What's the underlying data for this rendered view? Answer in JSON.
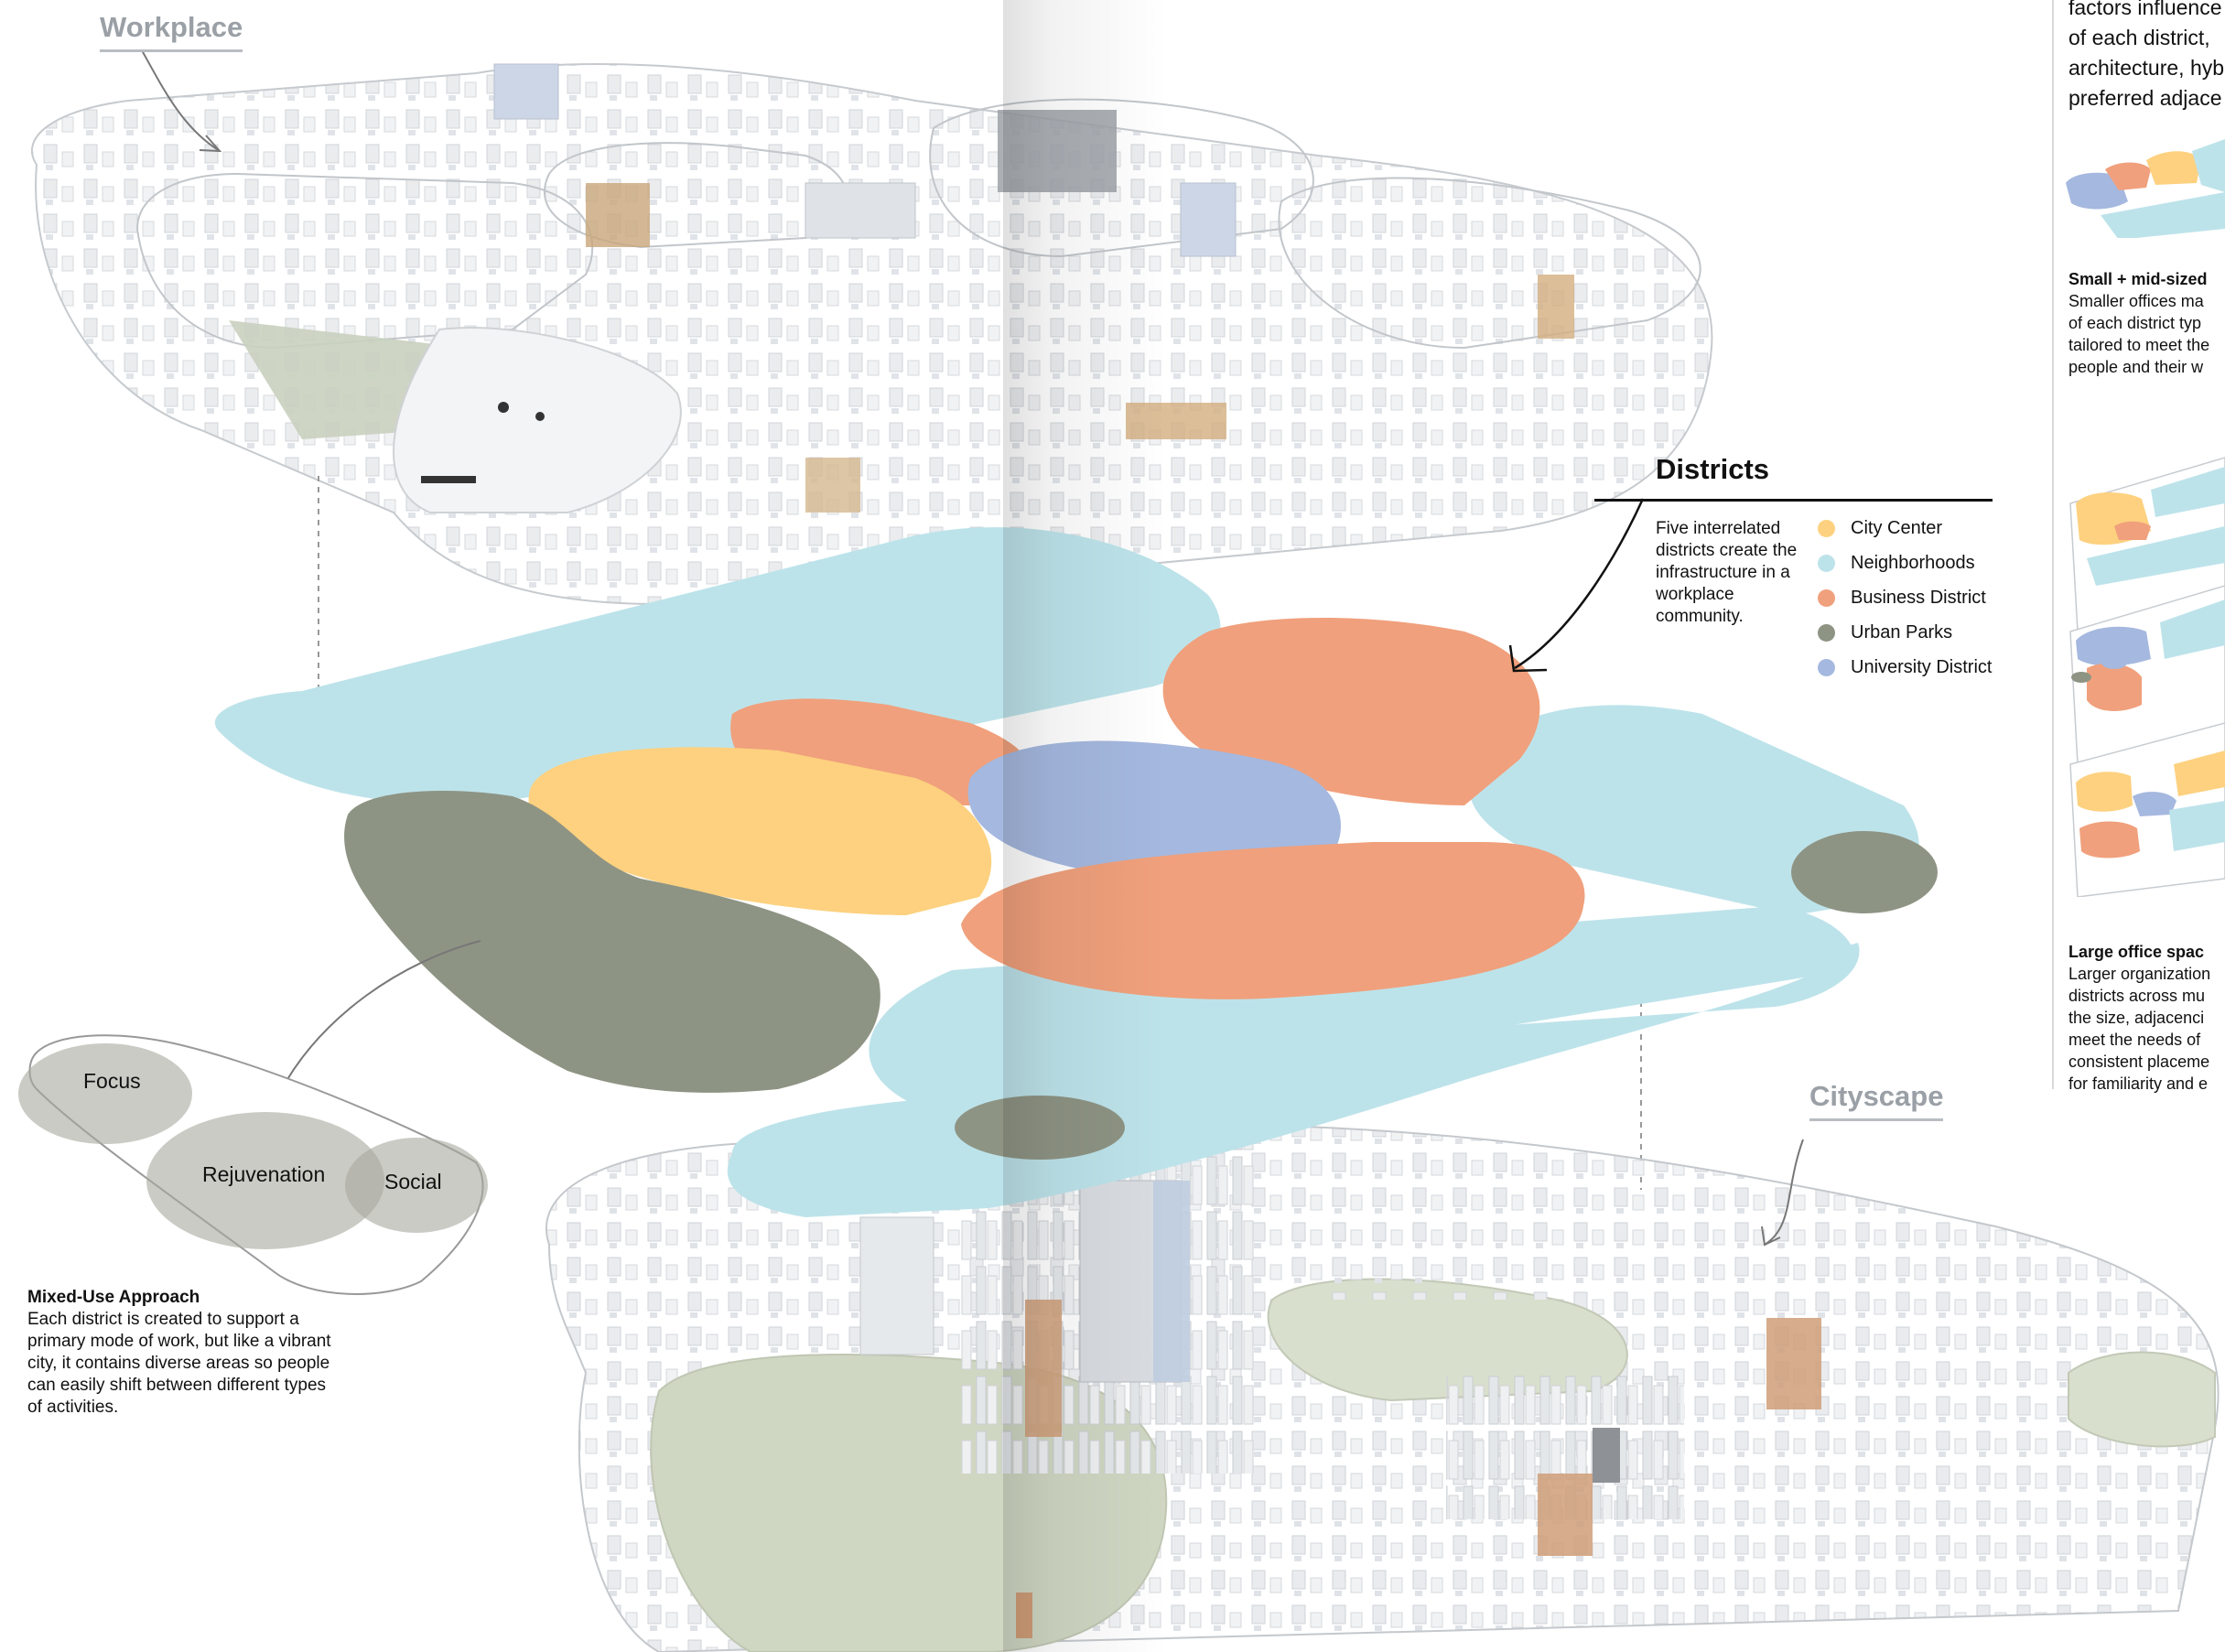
{
  "labels": {
    "workplace": "Workplace",
    "cityscape": "Cityscape"
  },
  "districts": {
    "title": "Districts",
    "description": "Five interrelated districts create the infrastructure in a workplace community.",
    "legend": [
      {
        "name": "City Center",
        "color": "#fdd17f"
      },
      {
        "name": "Neighborhoods",
        "color": "#bde3ea"
      },
      {
        "name": "Business District",
        "color": "#f0a07c"
      },
      {
        "name": "Urban Parks",
        "color": "#8e9484"
      },
      {
        "name": "University District",
        "color": "#a5b8df"
      }
    ]
  },
  "mixed_use": {
    "bubbles": [
      "Focus",
      "Rejuvenation",
      "Social"
    ],
    "title": "Mixed-Use Approach",
    "body": "Each district is created to support a primary mode of work, but like a vibrant city, it contains diverse areas so people can easily shift between different types of activities."
  },
  "sidebar": {
    "intro_lines": [
      "factors influence",
      "of each district,",
      "architecture, hyb",
      "preferred adjace"
    ],
    "small_title": "Small + mid-sized",
    "small_lines": [
      "Smaller offices ma",
      "of each district typ",
      "tailored to meet the",
      "people and their w"
    ],
    "large_title": "Large office spac",
    "large_lines": [
      "Larger organization",
      "districts across mu",
      "the size, adjacenci",
      "meet the needs of",
      "consistent placeme",
      "for familiarity and e"
    ]
  },
  "colors": {
    "neighborhoods": "#bde3ea",
    "city_center": "#fdd17f",
    "business": "#f0a07c",
    "parks": "#8e9484",
    "university": "#a5b8df"
  }
}
